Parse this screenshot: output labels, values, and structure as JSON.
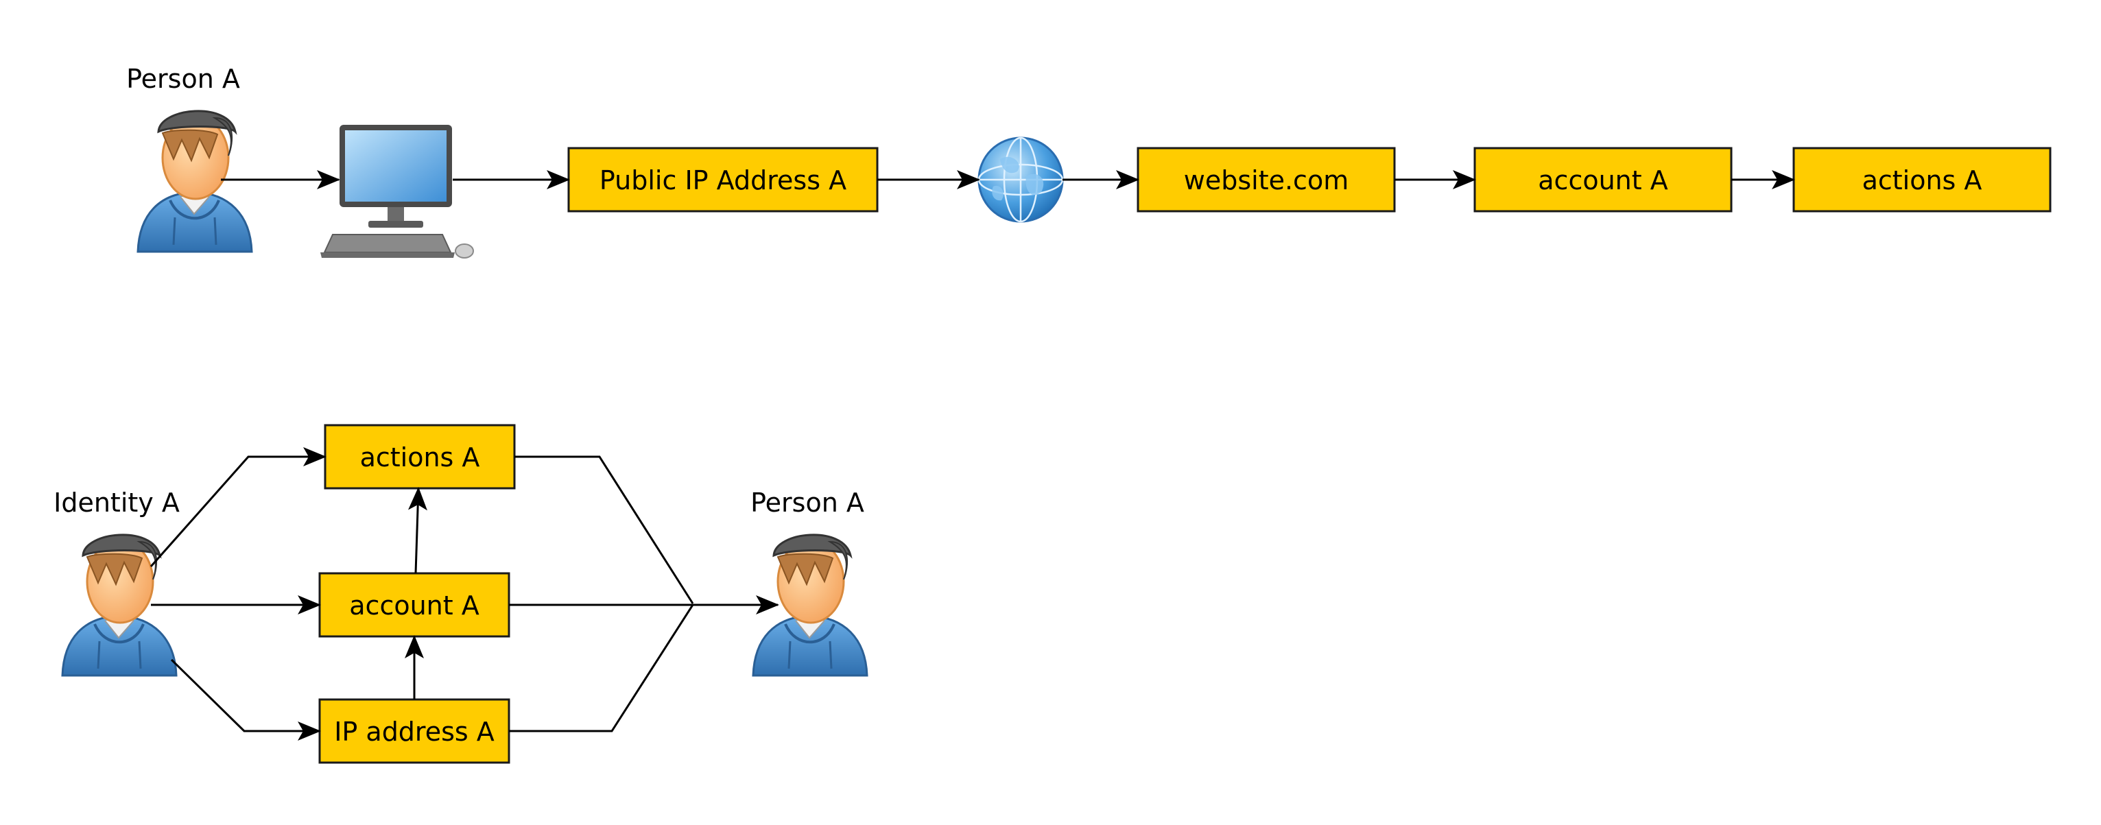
{
  "top_flow": {
    "person_label": "Person A",
    "public_ip_label": "Public IP Address A",
    "website_label": "website.com",
    "account_label": "account A",
    "actions_label": "actions A"
  },
  "bottom_flow": {
    "identity_label": "Identity A",
    "person_label": "Person A",
    "actions_label": "actions A",
    "account_label": "account A",
    "ip_label": "IP address A"
  },
  "colors": {
    "box_fill": "#ffcc00",
    "box_stroke": "#1a1a1a",
    "hoodie": "#3f86c9",
    "skin": "#f9b16e",
    "cap": "#5b5b5b",
    "globe": "#4a9fe0"
  },
  "icons": {
    "person": "user-icon",
    "computer": "desktop-computer-icon",
    "internet": "globe-icon"
  }
}
